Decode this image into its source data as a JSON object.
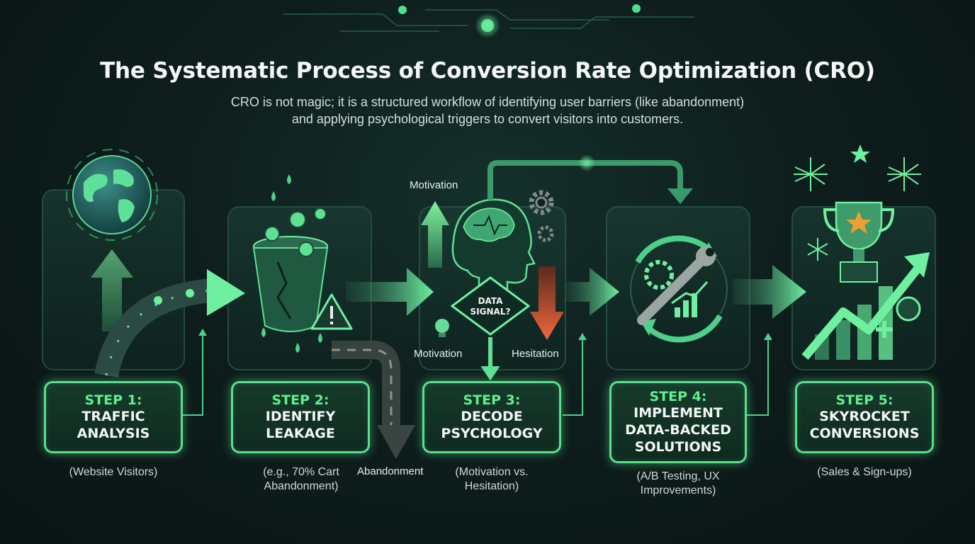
{
  "header": {
    "title": "The Systematic Process of Conversion Rate Optimization (CRO)",
    "subtitle_line1": "CRO is not magic; it is a structured workflow of identifying user barriers (like abandonment)",
    "subtitle_line2": "and applying psychological triggers to convert visitors into customers."
  },
  "steps": [
    {
      "number": "STEP 1:",
      "name_line1": "TRAFFIC",
      "name_line2": "ANALYSIS",
      "caption_line1": "(Website Visitors)",
      "caption_line2": "",
      "icon": "globe-icon"
    },
    {
      "number": "STEP 2:",
      "name_line1": "IDENTIFY",
      "name_line2": "LEAKAGE",
      "caption_line1": "(e.g., 70% Cart",
      "caption_line2": "Abandonment)",
      "icon": "leaking-bucket-icon"
    },
    {
      "number": "STEP 3:",
      "name_line1": "DECODE",
      "name_line2": "PSYCHOLOGY",
      "caption_line1": "(Motivation vs.",
      "caption_line2": "Hesitation)",
      "icon": "brain-head-icon"
    },
    {
      "number": "STEP 4:",
      "name_line1": "IMPLEMENT",
      "name_line2": "DATA-BACKED",
      "name_line3": "SOLUTIONS",
      "caption_line1": "(A/B Testing, UX",
      "caption_line2": "Improvements)",
      "icon": "wrench-gear-icon"
    },
    {
      "number": "STEP 5:",
      "name_line1": "SKYROCKET",
      "name_line2": "CONVERSIONS",
      "caption_line1": "(Sales & Sign-ups)",
      "caption_line2": "",
      "icon": "trophy-icon"
    }
  ],
  "flow_labels": {
    "motivation_top": "Motivation",
    "motivation_bottom": "Motivation",
    "hesitation": "Hesitation",
    "abandonment": "Abandonment",
    "diamond_line1": "DATA",
    "diamond_line2": "SIGNAL?"
  },
  "colors": {
    "accent_green": "#58e08a",
    "hesitation_orange": "#e8613a",
    "background": "#0e1e1d"
  }
}
